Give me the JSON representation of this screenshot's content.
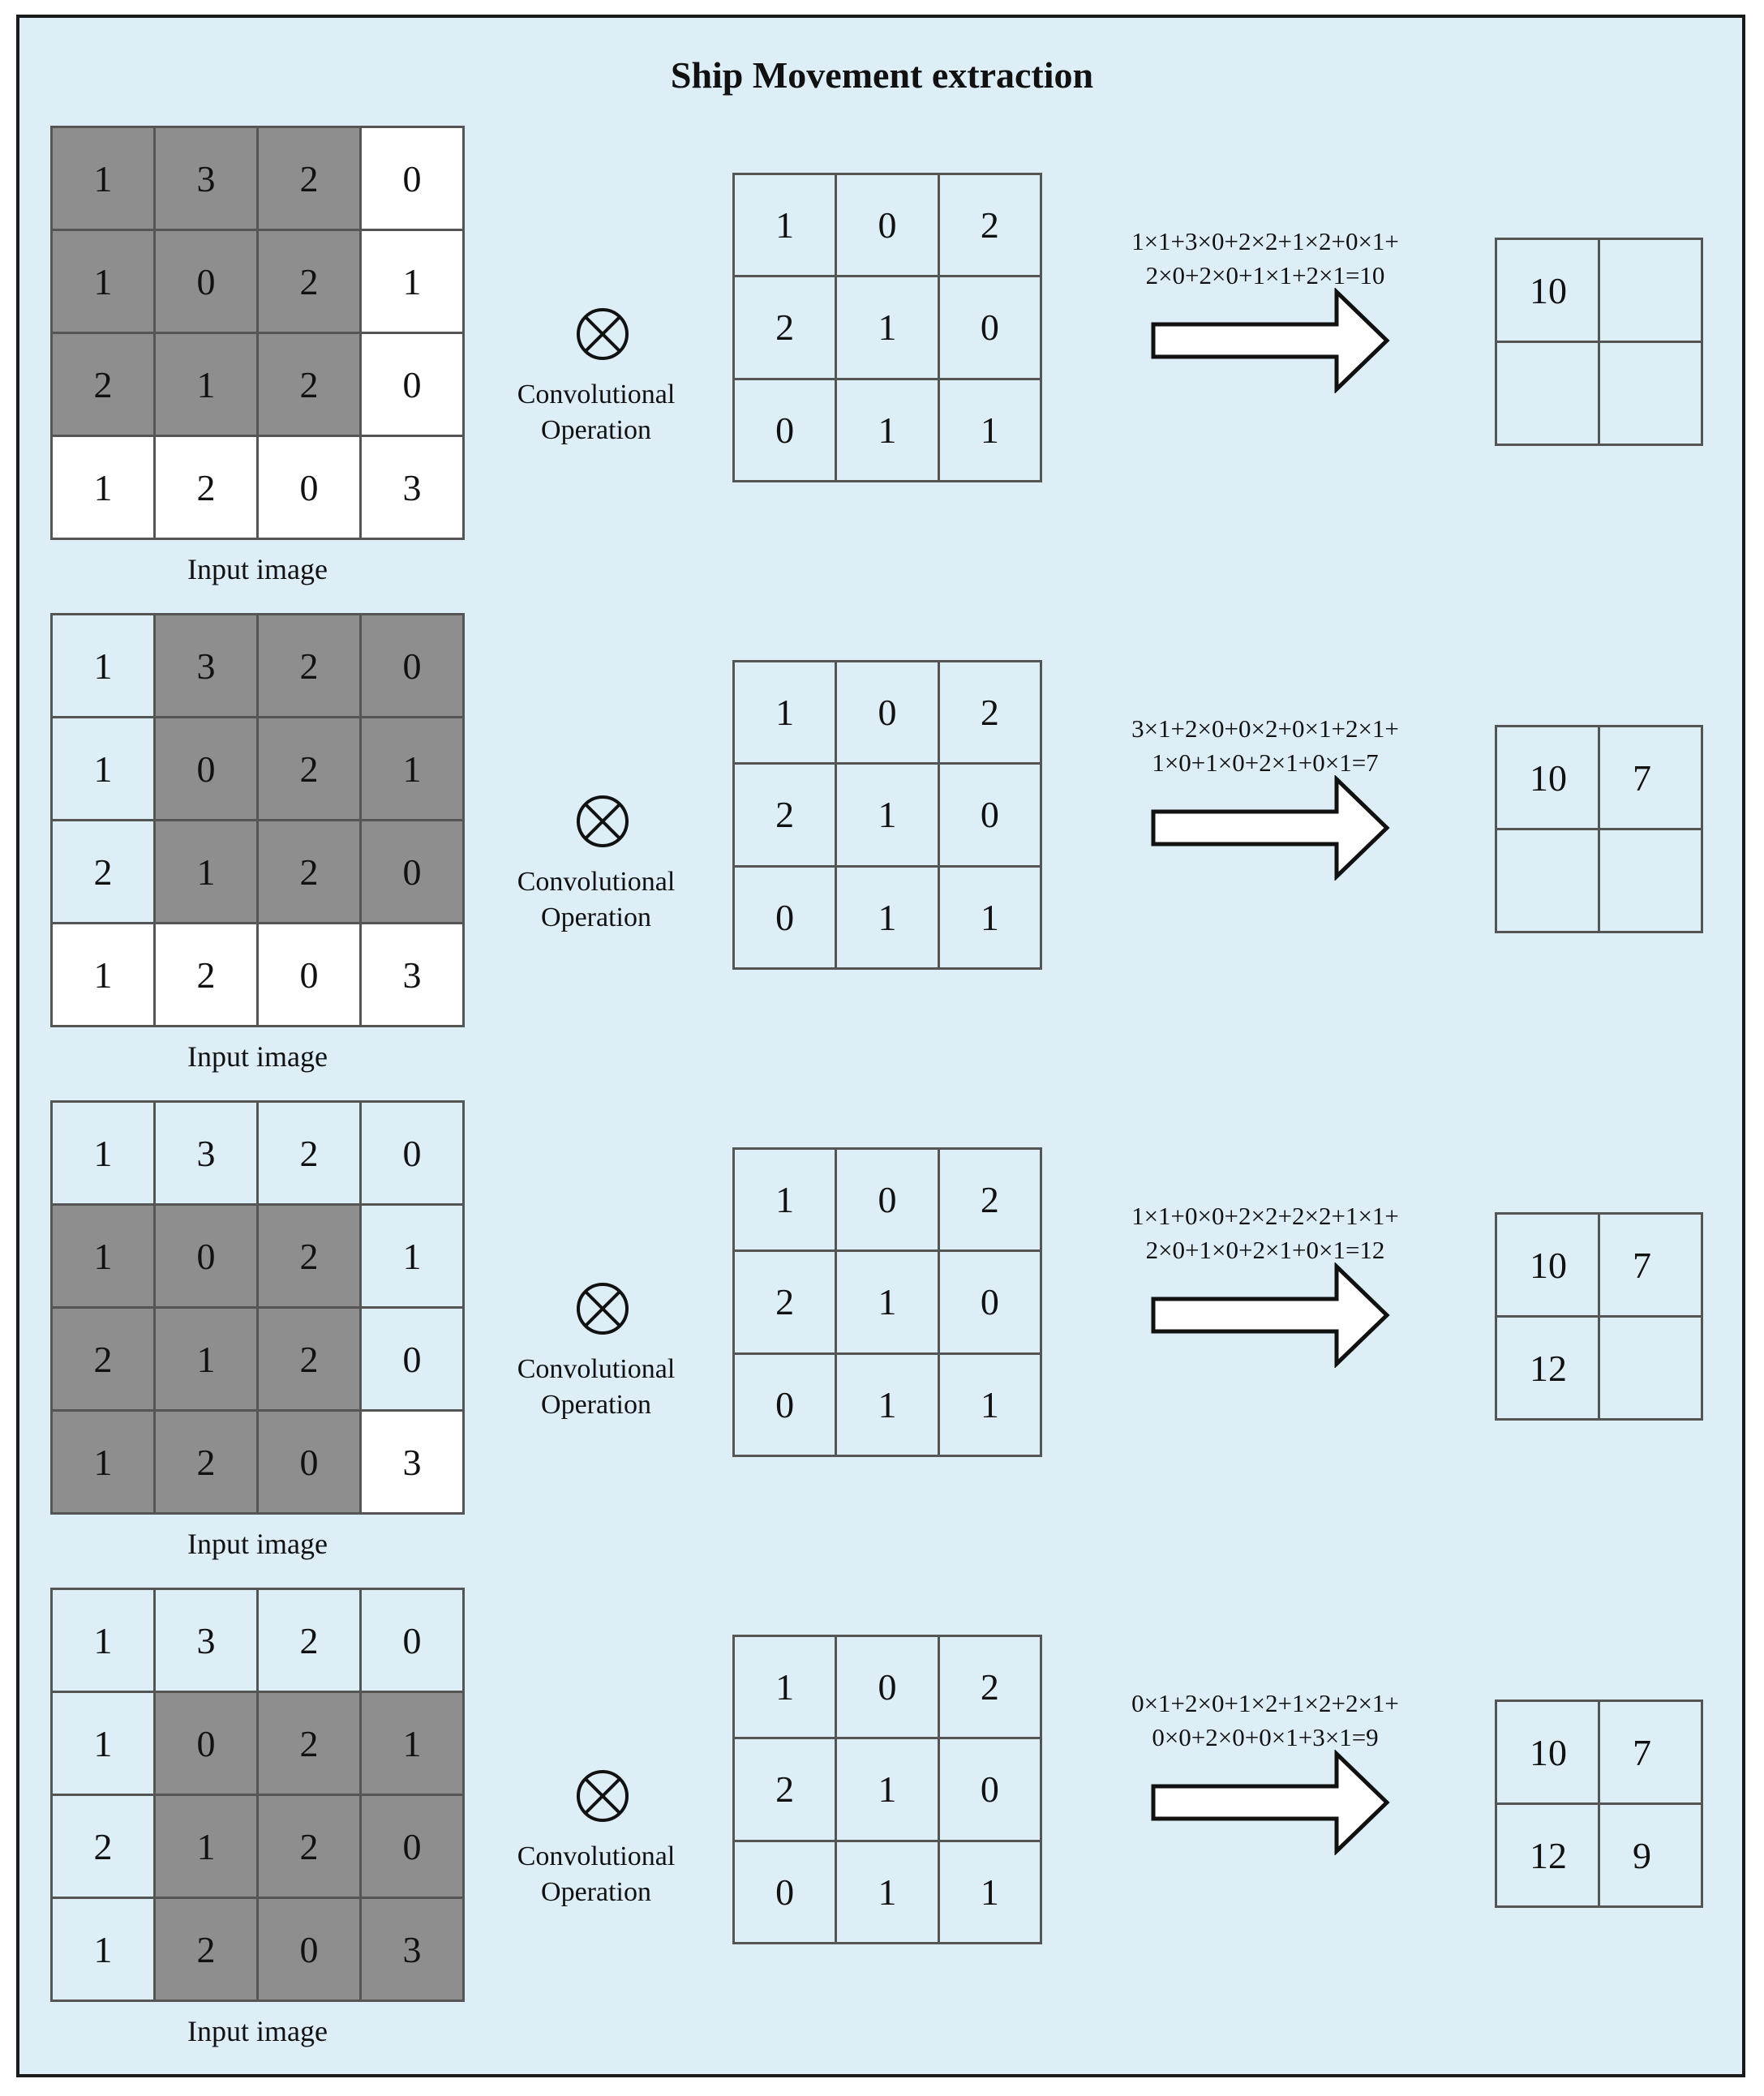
{
  "title": "Ship Movement extraction",
  "colors": {
    "panel_background": "#ddeef7",
    "highlight_cell": "#8e8e8e",
    "plain_cell": "#ffffff",
    "border": "#555555"
  },
  "operator_symbol": "⊗",
  "steps": [
    {
      "input_label": "Input image",
      "operation_label_1": "Convolutional",
      "operation_label_2": "Operation",
      "input_matrix": [
        [
          "1",
          "3",
          "2",
          "0"
        ],
        [
          "1",
          "0",
          "2",
          "1"
        ],
        [
          "2",
          "1",
          "2",
          "0"
        ],
        [
          "1",
          "2",
          "0",
          "3"
        ]
      ],
      "input_shading": [
        [
          "dark",
          "dark",
          "dark",
          "white"
        ],
        [
          "dark",
          "dark",
          "dark",
          "white"
        ],
        [
          "dark",
          "dark",
          "dark",
          "white"
        ],
        [
          "white",
          "white",
          "white",
          "white"
        ]
      ],
      "kernel": [
        [
          "1",
          "0",
          "2"
        ],
        [
          "2",
          "1",
          "0"
        ],
        [
          "0",
          "1",
          "1"
        ]
      ],
      "formula_line1": "1×1+3×0+2×2+1×2+0×1+",
      "formula_line2": "2×0+2×0+1×1+2×1=10",
      "output": [
        [
          "10",
          ""
        ],
        [
          "",
          ""
        ]
      ]
    },
    {
      "input_label": "Input image",
      "operation_label_1": "Convolutional",
      "operation_label_2": "Operation",
      "input_matrix": [
        [
          "1",
          "3",
          "2",
          "0"
        ],
        [
          "1",
          "0",
          "2",
          "1"
        ],
        [
          "2",
          "1",
          "2",
          "0"
        ],
        [
          "1",
          "2",
          "0",
          "3"
        ]
      ],
      "input_shading": [
        [
          "light",
          "dark",
          "dark",
          "dark"
        ],
        [
          "light",
          "dark",
          "dark",
          "dark"
        ],
        [
          "light",
          "dark",
          "dark",
          "dark"
        ],
        [
          "white",
          "white",
          "white",
          "white"
        ]
      ],
      "kernel": [
        [
          "1",
          "0",
          "2"
        ],
        [
          "2",
          "1",
          "0"
        ],
        [
          "0",
          "1",
          "1"
        ]
      ],
      "formula_line1": "3×1+2×0+0×2+0×1+2×1+",
      "formula_line2": "1×0+1×0+2×1+0×1=7",
      "output": [
        [
          "10",
          "7"
        ],
        [
          "",
          ""
        ]
      ]
    },
    {
      "input_label": "Input image",
      "operation_label_1": "Convolutional",
      "operation_label_2": "Operation",
      "input_matrix": [
        [
          "1",
          "3",
          "2",
          "0"
        ],
        [
          "1",
          "0",
          "2",
          "1"
        ],
        [
          "2",
          "1",
          "2",
          "0"
        ],
        [
          "1",
          "2",
          "0",
          "3"
        ]
      ],
      "input_shading": [
        [
          "light",
          "light",
          "light",
          "light"
        ],
        [
          "dark",
          "dark",
          "dark",
          "light"
        ],
        [
          "dark",
          "dark",
          "dark",
          "light"
        ],
        [
          "dark",
          "dark",
          "dark",
          "white"
        ]
      ],
      "kernel": [
        [
          "1",
          "0",
          "2"
        ],
        [
          "2",
          "1",
          "0"
        ],
        [
          "0",
          "1",
          "1"
        ]
      ],
      "formula_line1": "1×1+0×0+2×2+2×2+1×1+",
      "formula_line2": "2×0+1×0+2×1+0×1=12",
      "output": [
        [
          "10",
          "7"
        ],
        [
          "12",
          ""
        ]
      ]
    },
    {
      "input_label": "Input image",
      "operation_label_1": "Convolutional",
      "operation_label_2": "Operation",
      "input_matrix": [
        [
          "1",
          "3",
          "2",
          "0"
        ],
        [
          "1",
          "0",
          "2",
          "1"
        ],
        [
          "2",
          "1",
          "2",
          "0"
        ],
        [
          "1",
          "2",
          "0",
          "3"
        ]
      ],
      "input_shading": [
        [
          "light",
          "light",
          "light",
          "light"
        ],
        [
          "light",
          "dark",
          "dark",
          "dark"
        ],
        [
          "light",
          "dark",
          "dark",
          "dark"
        ],
        [
          "light",
          "dark",
          "dark",
          "dark"
        ]
      ],
      "kernel": [
        [
          "1",
          "0",
          "2"
        ],
        [
          "2",
          "1",
          "0"
        ],
        [
          "0",
          "1",
          "1"
        ]
      ],
      "formula_line1": "0×1+2×0+1×2+1×2+2×1+",
      "formula_line2": "0×0+2×0+0×1+3×1=9",
      "output": [
        [
          "10",
          "7"
        ],
        [
          "12",
          "9"
        ]
      ]
    }
  ]
}
